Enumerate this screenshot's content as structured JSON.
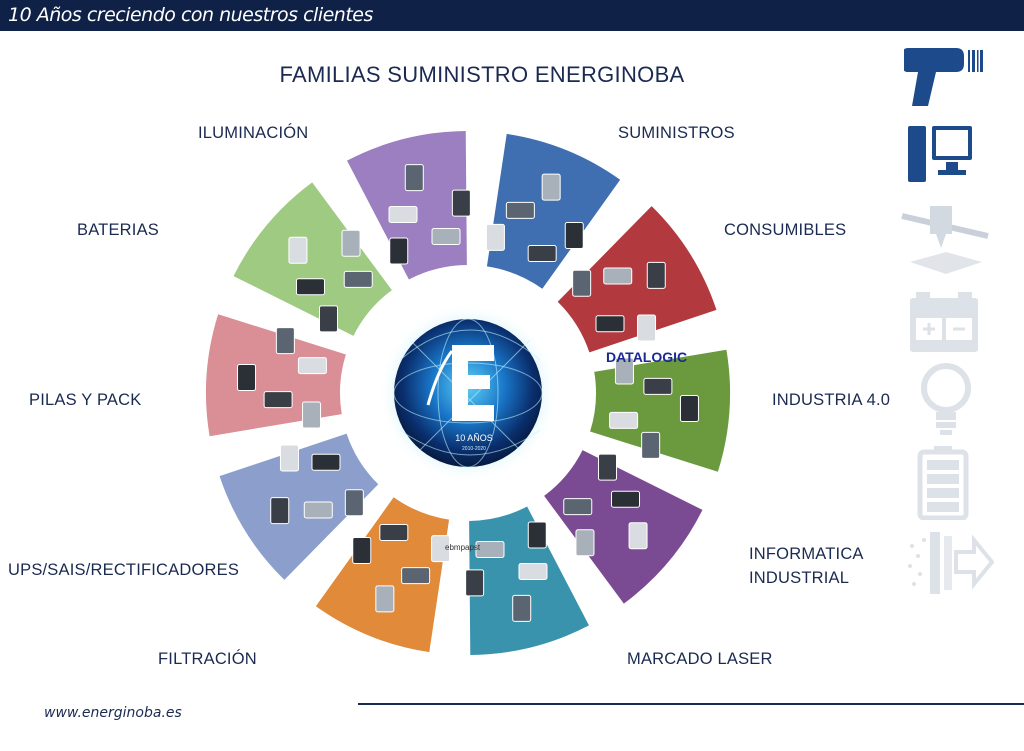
{
  "header": {
    "tagline": "10 Años creciendo con nuestros clientes"
  },
  "title": "FAMILIAS SUMINISTRO ENERGINOBA",
  "families": [
    {
      "label": "ILUMINACIÓN",
      "color": "#9b7fc0"
    },
    {
      "label": "SUMINISTROS",
      "color": "#3f6fb0"
    },
    {
      "label": "CONSUMIBLES",
      "color": "#b23a3e"
    },
    {
      "label": "INDUSTRIA 4.0",
      "color": "#6a9a3d"
    },
    {
      "label": "INFORMATICA",
      "label2": "INDUSTRIAL",
      "color": "#7a4a92"
    },
    {
      "label": "MARCADO LASER",
      "color": "#3a93ad"
    },
    {
      "label": "FILTRACIÓN",
      "color": "#e08a3a"
    },
    {
      "label": "UPS/SAIS/RECTIFICADORES",
      "color": "#8c9fcc"
    },
    {
      "label": "PILAS Y PACK",
      "color": "#d98f95"
    },
    {
      "label": "BATERIAS",
      "color": "#9fca82"
    }
  ],
  "center_logo": {
    "years_text": "10 AÑOS",
    "years_range": "2010-2020"
  },
  "brand_label": "DATALOGIC",
  "brand_label2": "ebmpapst",
  "side_icons": [
    "barcode-scanner-icon",
    "computer-icon",
    "laser-engraver-icon",
    "battery-icon",
    "lightbulb-icon",
    "battery-cell-icon",
    "air-filter-icon"
  ],
  "footer": {
    "website": "www.energinoba.es"
  }
}
